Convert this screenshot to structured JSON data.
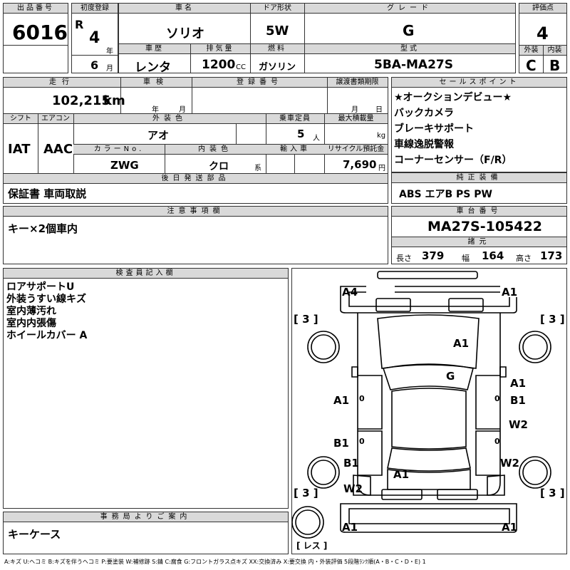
{
  "top": {
    "lot_label": "出品番号",
    "lot": "6016",
    "reg_label": "初度登録",
    "era": "R",
    "year": "4",
    "year_unit": "年",
    "month": "6",
    "month_unit": "月",
    "car_name_label": "車名",
    "car_name": "ソリオ",
    "door_label": "ドア形状",
    "door": "5W",
    "grade_label": "グレード",
    "grade": "G",
    "score_label": "評価点",
    "score": "4",
    "history_label": "車歴",
    "history": "レンタ",
    "disp_label": "排気量",
    "disp": "1200",
    "disp_unit": "CC",
    "fuel_label": "燃料",
    "fuel": "ガソリン",
    "model_label": "型式",
    "model": "5BA-MA27S",
    "ext_label": "外装",
    "ext": "C",
    "int_label": "内装",
    "int": "B"
  },
  "mid": {
    "mileage_label": "走行",
    "mileage": "102,215",
    "mileage_unit": "km",
    "shaken_label": "車検",
    "shaken_year_unit": "年",
    "shaken_month_unit": "月",
    "reg_no_label": "登録番号",
    "transfer_label": "譲渡書類期限",
    "transfer_month_unit": "月",
    "transfer_day_unit": "日",
    "shift_label": "シフト",
    "shift": "IAT",
    "ac_label": "エアコン",
    "ac": "AAC",
    "color_label": "外装色",
    "color": "アオ",
    "capacity_label": "乗車定員",
    "capacity": "5",
    "capacity_unit": "人",
    "load_label": "最大積載量",
    "load_unit": "kg",
    "color_no_label": "カラーNo.",
    "color_no": "ZWG",
    "int_color_label": "内装色",
    "int_color": "クロ",
    "int_color_unit": "系",
    "import_label": "輸入車",
    "recycle_label": "リサイクル預託金",
    "recycle": "7,690",
    "recycle_unit": "円",
    "later_label": "後日発送部品",
    "later": "保証書 車両取説",
    "sales_label": "セールスポイント",
    "sales": [
      "★オークションデビュー★",
      "バックカメラ",
      "ブレーキサポート",
      "車線逸脱警報",
      "コーナーセンサー（F/R）"
    ],
    "equip_label": "純正装備",
    "equip": "ABS エアB PS PW"
  },
  "notes": {
    "caution_label": "注意事項欄",
    "caution": "キー×2個車内",
    "chassis_label": "車台番号",
    "chassis": "MA27S-105422",
    "dims_label": "諸元",
    "len_label": "長さ",
    "len": "379",
    "wid_label": "幅",
    "wid": "164",
    "hei_label": "高さ",
    "hei": "173"
  },
  "inspector": {
    "label": "検査員記入欄",
    "lines": [
      "ロアサポートU",
      "外装うすい線キズ",
      "室内薄汚れ",
      "室内内張傷",
      "ホイールカバー A"
    ]
  },
  "office": {
    "label": "事務局よりご案内",
    "text": "キーケース"
  },
  "diagram": {
    "marks": {
      "fl_bumper": "A4",
      "fr_bumper": "A1",
      "tire_fl": "3",
      "tire_fr": "3",
      "tire_rl": "3",
      "tire_rr": "3",
      "hood": "A1",
      "windshield": "G",
      "l_front_door": "A1",
      "l_rear_door": "B1",
      "l_rear_fender": "B1",
      "l_quarter": "W2",
      "r_fender_1": "A1",
      "r_fender_2": "B1",
      "r_front_door": "W2",
      "r_rear_door": "W2",
      "rear_gate": "A1",
      "rl_bumper": "A1",
      "rr_bumper": "A1",
      "spare": "レス",
      "l_front_door_small": "0",
      "l_rear_door_small": "0",
      "r_front_door_small": "0",
      "r_rear_door_small": "0"
    }
  },
  "legend": "A:キズ U:ヘコミ B:キズを伴うヘコミ P:要塗装 W:補修跡 S:錆 C:腐食 G:フロントガラス点キズ XX:交換済み X:要交換 内・外装評価 5段階ﾗﾝｸ順(A・B・C・D・E) 1"
}
